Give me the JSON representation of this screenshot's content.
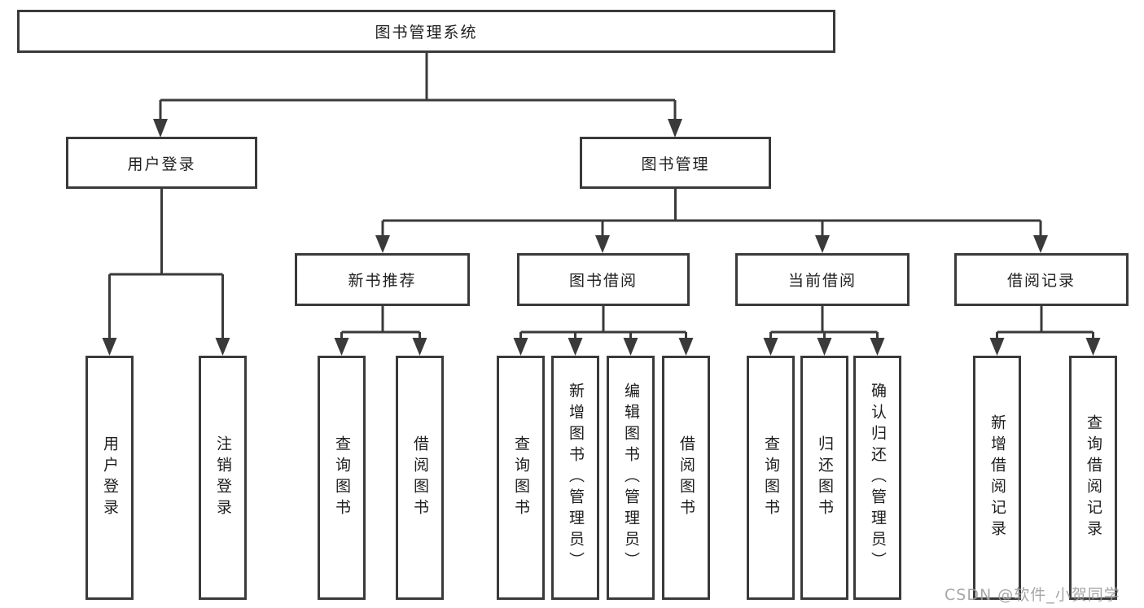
{
  "tree": {
    "root": {
      "label": "图书管理系统"
    },
    "branches": [
      {
        "label": "用户登录",
        "children": [
          "用户登录",
          "注销登录"
        ]
      },
      {
        "label": "图书管理",
        "groups": [
          {
            "label": "新书推荐",
            "children": [
              "查询图书",
              "借阅图书"
            ]
          },
          {
            "label": "图书借阅",
            "children": [
              "查询图书",
              "新增图书（管理员）",
              "编辑图书（管理员）",
              "借阅图书"
            ]
          },
          {
            "label": "当前借阅",
            "children": [
              "查询图书",
              "归还图书",
              "确认归还（管理员）"
            ]
          },
          {
            "label": "借阅记录",
            "children": [
              "新增借阅记录",
              "查询借阅记录"
            ]
          }
        ]
      }
    ]
  },
  "watermark": {
    "text": "CSDN @软件_小贺同学"
  },
  "colors": {
    "line": "#3a3a3a",
    "box_border": "#3a3a3a",
    "text": "#1e1e1e",
    "background": "#ffffff",
    "watermark": "#9e9e9e"
  }
}
